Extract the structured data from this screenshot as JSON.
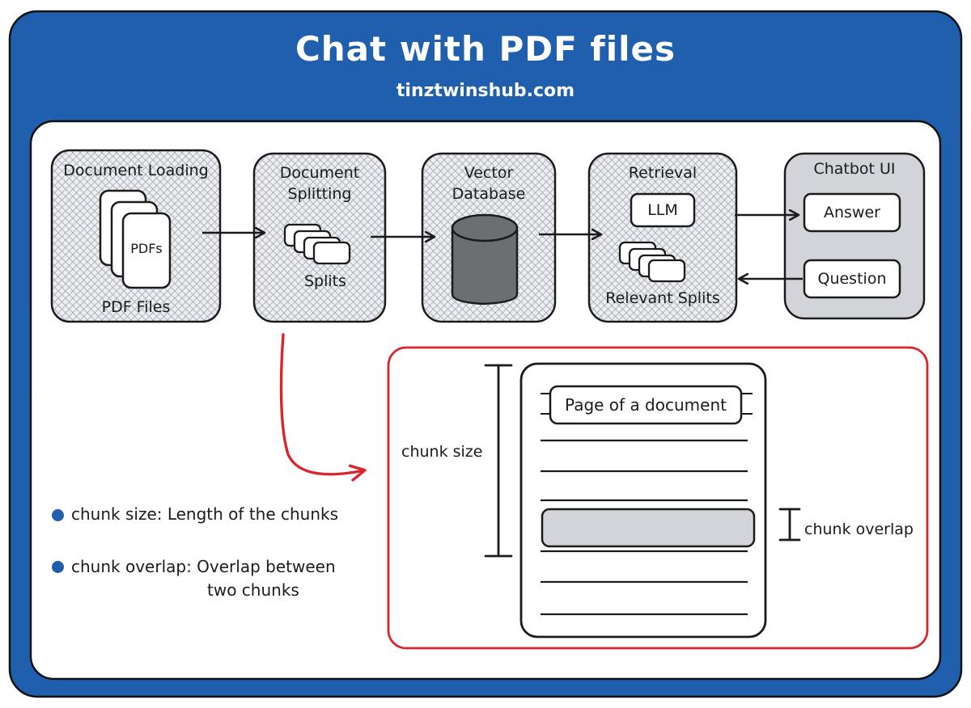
{
  "header": {
    "title": "Chat with PDF files",
    "subtitle": "tinztwinshub.com"
  },
  "stages": {
    "loading": {
      "title": "Document Loading",
      "doc_label": "PDFs",
      "caption": "PDF Files"
    },
    "splitting": {
      "title_line1": "Document",
      "title_line2": "Splitting",
      "caption": "Splits"
    },
    "vector": {
      "title_line1": "Vector",
      "title_line2": "Database"
    },
    "retrieval": {
      "title": "Retrieval",
      "llm": "LLM",
      "caption": "Relevant Splits"
    },
    "chatbot": {
      "title": "Chatbot UI",
      "answer": "Answer",
      "question": "Question"
    }
  },
  "detail": {
    "page_label": "Page of a document",
    "chunk_size": "chunk size",
    "chunk_overlap": "chunk overlap"
  },
  "legend": {
    "item1": "chunk size: Length of the chunks",
    "item2_line1": "chunk overlap: Overlap between",
    "item2_line2": "two chunks"
  },
  "colors": {
    "frame_blue": "#1f5fae",
    "highlight_red": "#d8262c",
    "stage_fill": "#e6e7ea",
    "chatbot_fill": "#d2d4da",
    "cylinder_gray": "#6d6e72",
    "overlap_gray": "#d2d4da"
  }
}
